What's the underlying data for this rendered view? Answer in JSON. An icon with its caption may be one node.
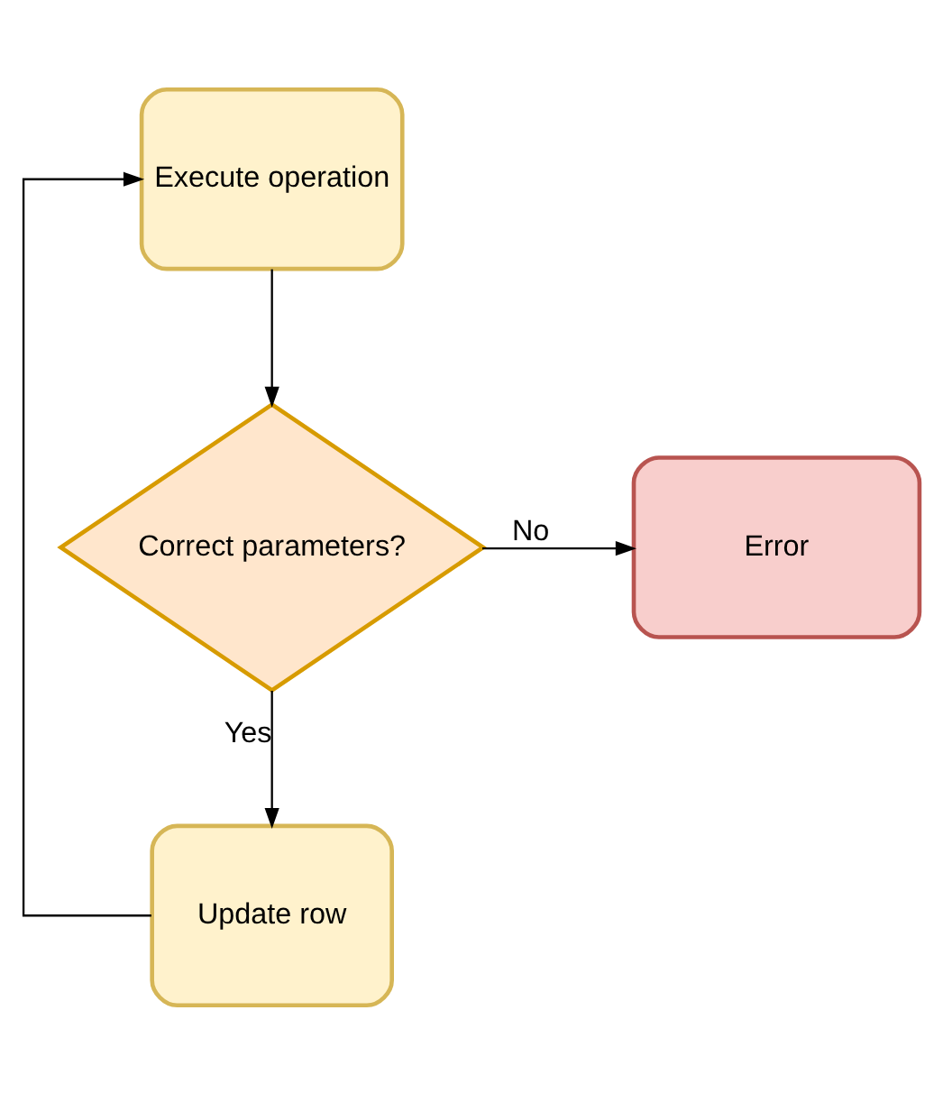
{
  "diagram": {
    "nodes": [
      {
        "text": [
          "Execute operation"
        ]
      },
      {
        "text": [
          "Correct parameters?"
        ]
      },
      {
        "text": [
          "Error"
        ]
      },
      {
        "text": [
          "Update row"
        ]
      }
    ],
    "edges": [
      {
        "from": 0,
        "to": 1,
        "arrow": "to"
      },
      {
        "from": 1,
        "to": 2,
        "arrow": "to",
        "label": "No"
      },
      {
        "from": 1,
        "to": 3,
        "arrow": "to",
        "label": "Yes"
      },
      {
        "from": 3,
        "to": 0,
        "arrow": "to"
      }
    ]
  }
}
